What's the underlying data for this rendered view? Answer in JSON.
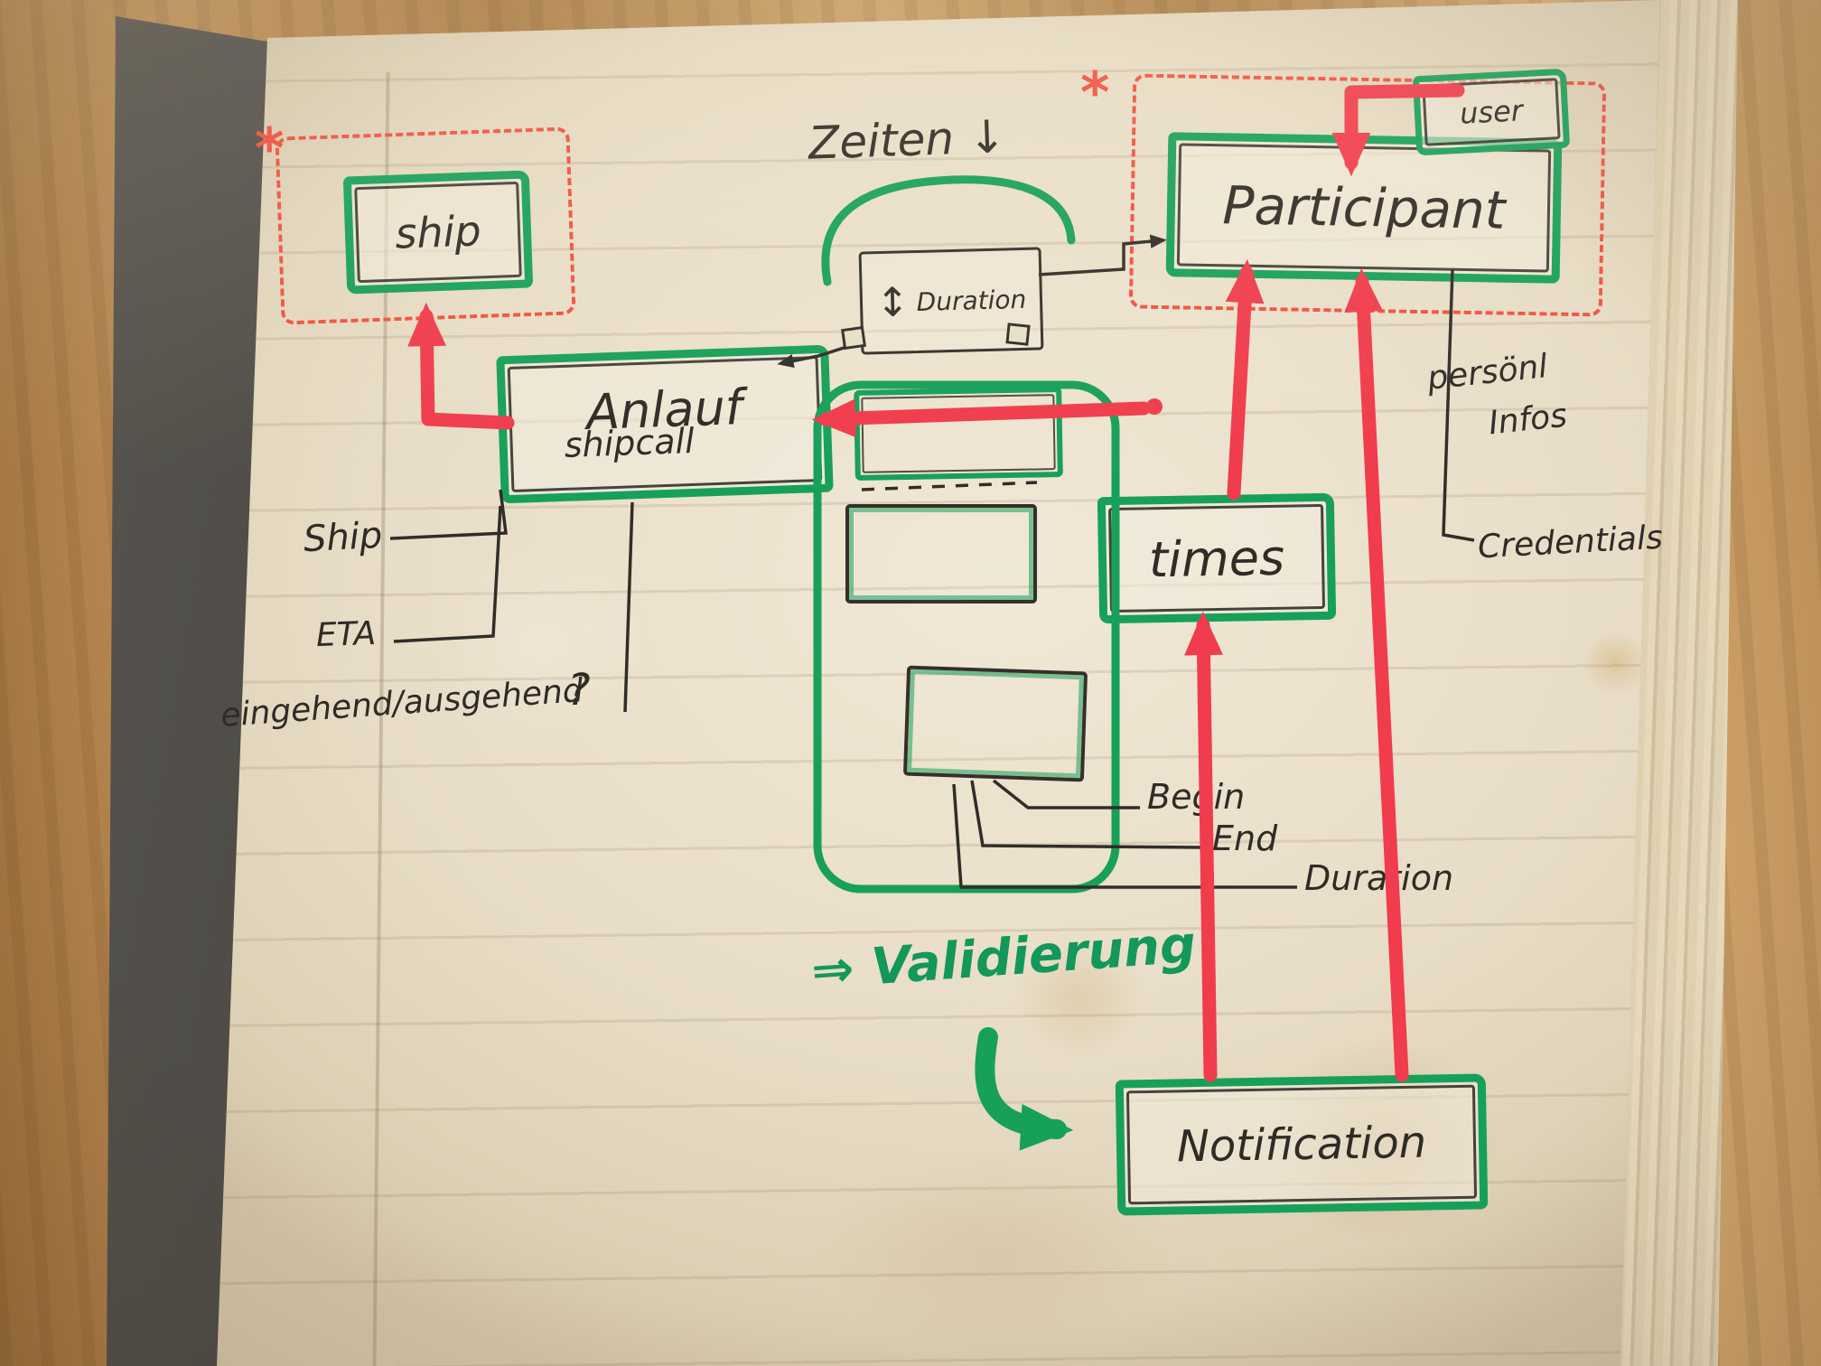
{
  "nodes": {
    "ship": {
      "label": "ship"
    },
    "anlauf": {
      "title": "Anlauf",
      "subtitle": "shipcall"
    },
    "participant": {
      "label": "Participant"
    },
    "user": {
      "label": "user"
    },
    "duration": {
      "label": "Duration"
    },
    "times": {
      "label": "times"
    },
    "notification": {
      "label": "Notification"
    }
  },
  "attributes": {
    "ship": "Ship",
    "eta": "ETA",
    "direction": "eingehend/ausgehend",
    "direction_question": "?",
    "begin": "Begin",
    "end": "End",
    "duration": "Duration",
    "personal_line1": "persönl",
    "personal_line2": "Infos",
    "credentials": "Credentials"
  },
  "annotations": {
    "zeiten": "Zeiten",
    "validierung": "Validierung",
    "asterisk": "*"
  },
  "icons": {
    "down_arrow": "↓",
    "double_arrow": "⇒",
    "updown_arrow": "↕"
  },
  "colors": {
    "marker_green": "#17a05a",
    "marker_red": "#f03c4c",
    "pen_black": "#312d28",
    "page": "#e8dfcb",
    "wood": "#b5854f"
  }
}
